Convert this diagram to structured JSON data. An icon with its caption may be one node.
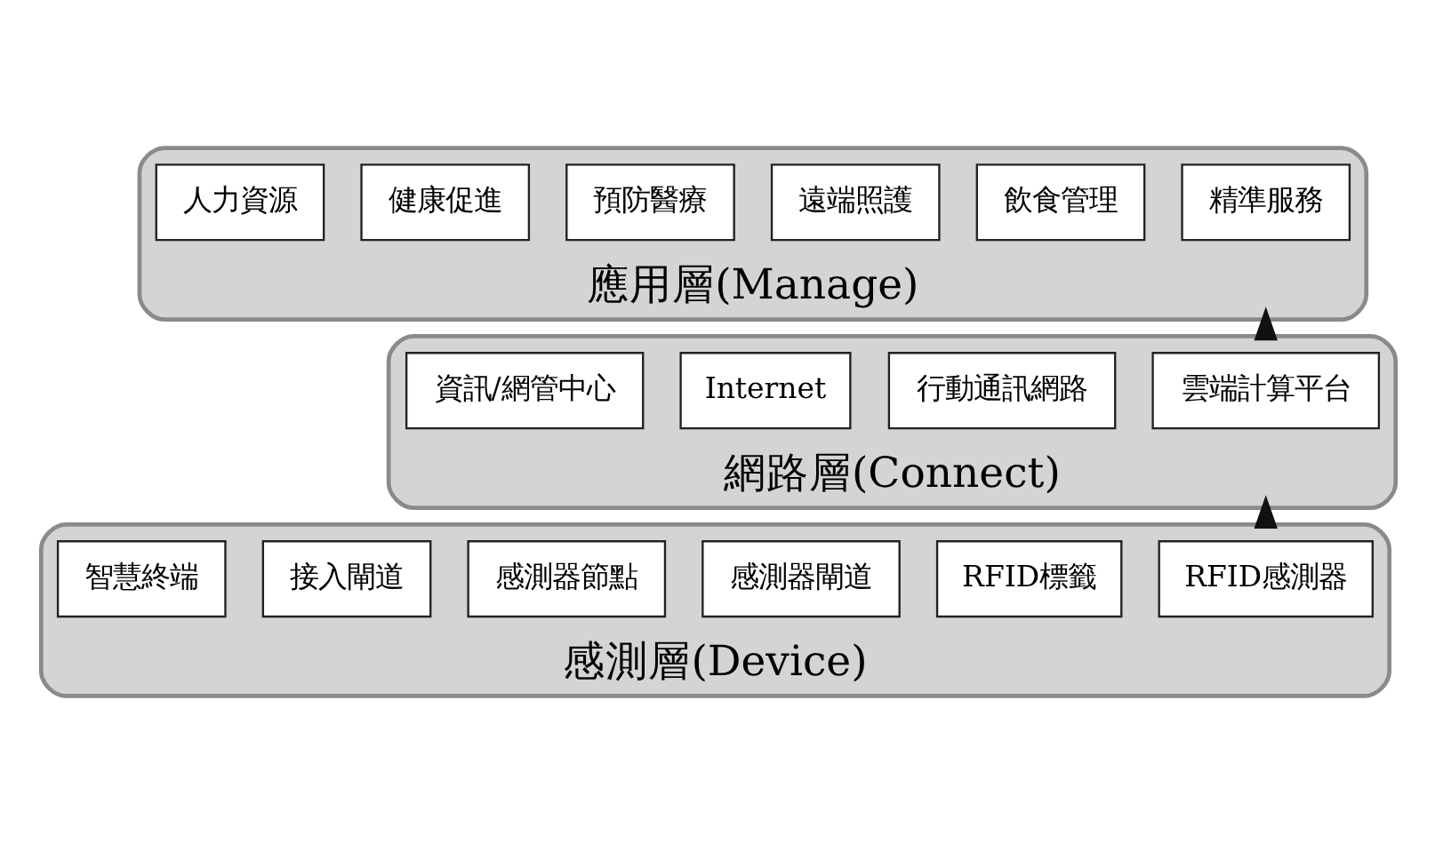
{
  "diagram": {
    "nodes": [
      {
        "text": [
          "應用層(Manage)"
        ]
      },
      {
        "text": [
          "精準服務"
        ],
        "in": 0
      },
      {
        "text": [
          "飲食管理"
        ],
        "in": 0
      },
      {
        "text": [
          "遠端照護"
        ],
        "in": 0
      },
      {
        "text": [
          "預防醫療"
        ],
        "in": 0
      },
      {
        "text": [
          "健康促進"
        ],
        "in": 0
      },
      {
        "text": [
          "人力資源"
        ],
        "in": 0
      },
      {
        "text": [
          "網路層(Connect)"
        ]
      },
      {
        "text": [
          "雲端計算平台"
        ],
        "in": 7
      },
      {
        "text": [
          "行動通訊網路"
        ],
        "in": 7
      },
      {
        "text": [
          "Internet"
        ],
        "in": 7
      },
      {
        "text": [
          "資訊/網管中心"
        ],
        "in": 7
      },
      {
        "text": [
          "感測層(Device)"
        ]
      },
      {
        "text": [
          "RFID感測器"
        ],
        "in": 12
      },
      {
        "text": [
          "RFID標籤"
        ],
        "in": 12
      },
      {
        "text": [
          "感測器閘道"
        ],
        "in": 12
      },
      {
        "text": [
          "感測器節點"
        ],
        "in": 12
      },
      {
        "text": [
          "接入閘道"
        ],
        "in": 12
      },
      {
        "text": [
          "智慧終端"
        ],
        "in": 12
      }
    ],
    "edges": [
      {
        "from": 7,
        "to": 0,
        "arrow": "to",
        "style": "thick"
      },
      {
        "from": 12,
        "to": 7,
        "arrow": "to",
        "style": "thick"
      }
    ]
  }
}
